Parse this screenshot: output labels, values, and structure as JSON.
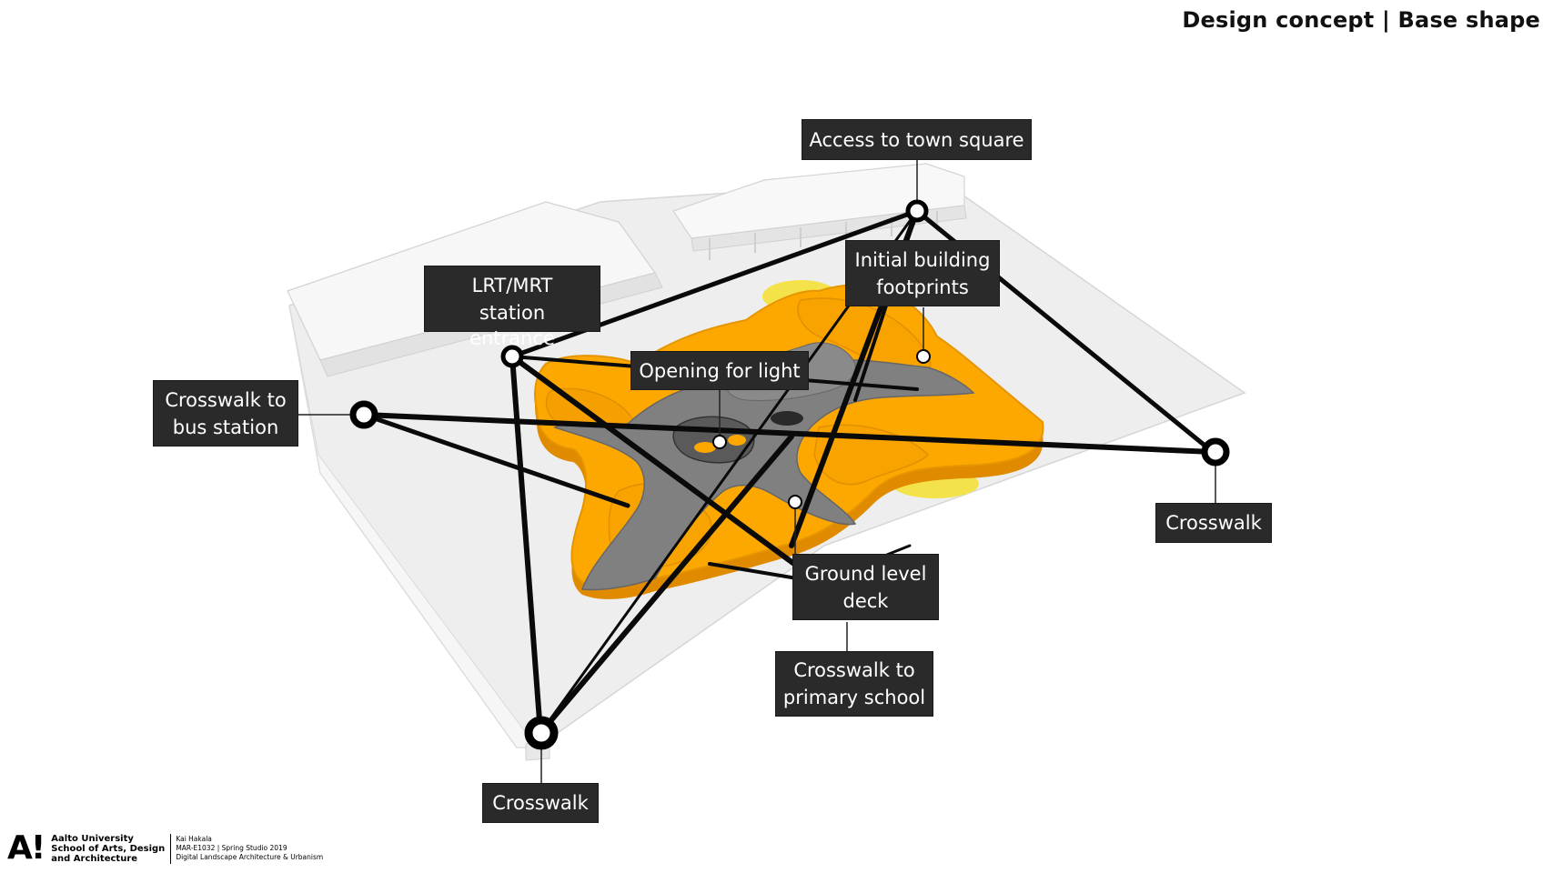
{
  "title": "Design concept | Base shape",
  "labels": {
    "access_town_square": "Access to town square",
    "lrt_line1": "LRT/MRT",
    "lrt_line2": "station",
    "lrt_line3": "entrance",
    "initial_line1": "Initial building",
    "initial_line2": "footprints",
    "opening_light": "Opening for light",
    "crosswalk_bus_line1": "Crosswalk to",
    "crosswalk_bus_line2": "bus station",
    "crosswalk_right": "Crosswalk",
    "ground_line1": "Ground level",
    "ground_line2": "deck",
    "crosswalk_school_line1": "Crosswalk to",
    "crosswalk_school_line2": "primary school",
    "crosswalk_bottom": "Crosswalk"
  },
  "footer": {
    "logo": "A!",
    "university_line1": "Aalto University",
    "university_line2": "School of Arts, Design",
    "university_line3": "and Architecture",
    "author": "Kai Hakala",
    "course_line": "MAR-E1032 | Spring Studio 2019",
    "program": "Digital Landscape Architecture & Urbanism"
  },
  "colors": {
    "footprint": "#FDA800",
    "footprint_edge": "#E08A00",
    "deck": "#7E7E7E",
    "path_line": "#0a0a0a",
    "label_bg": "#2a2a2a",
    "ground": "#efefef"
  }
}
